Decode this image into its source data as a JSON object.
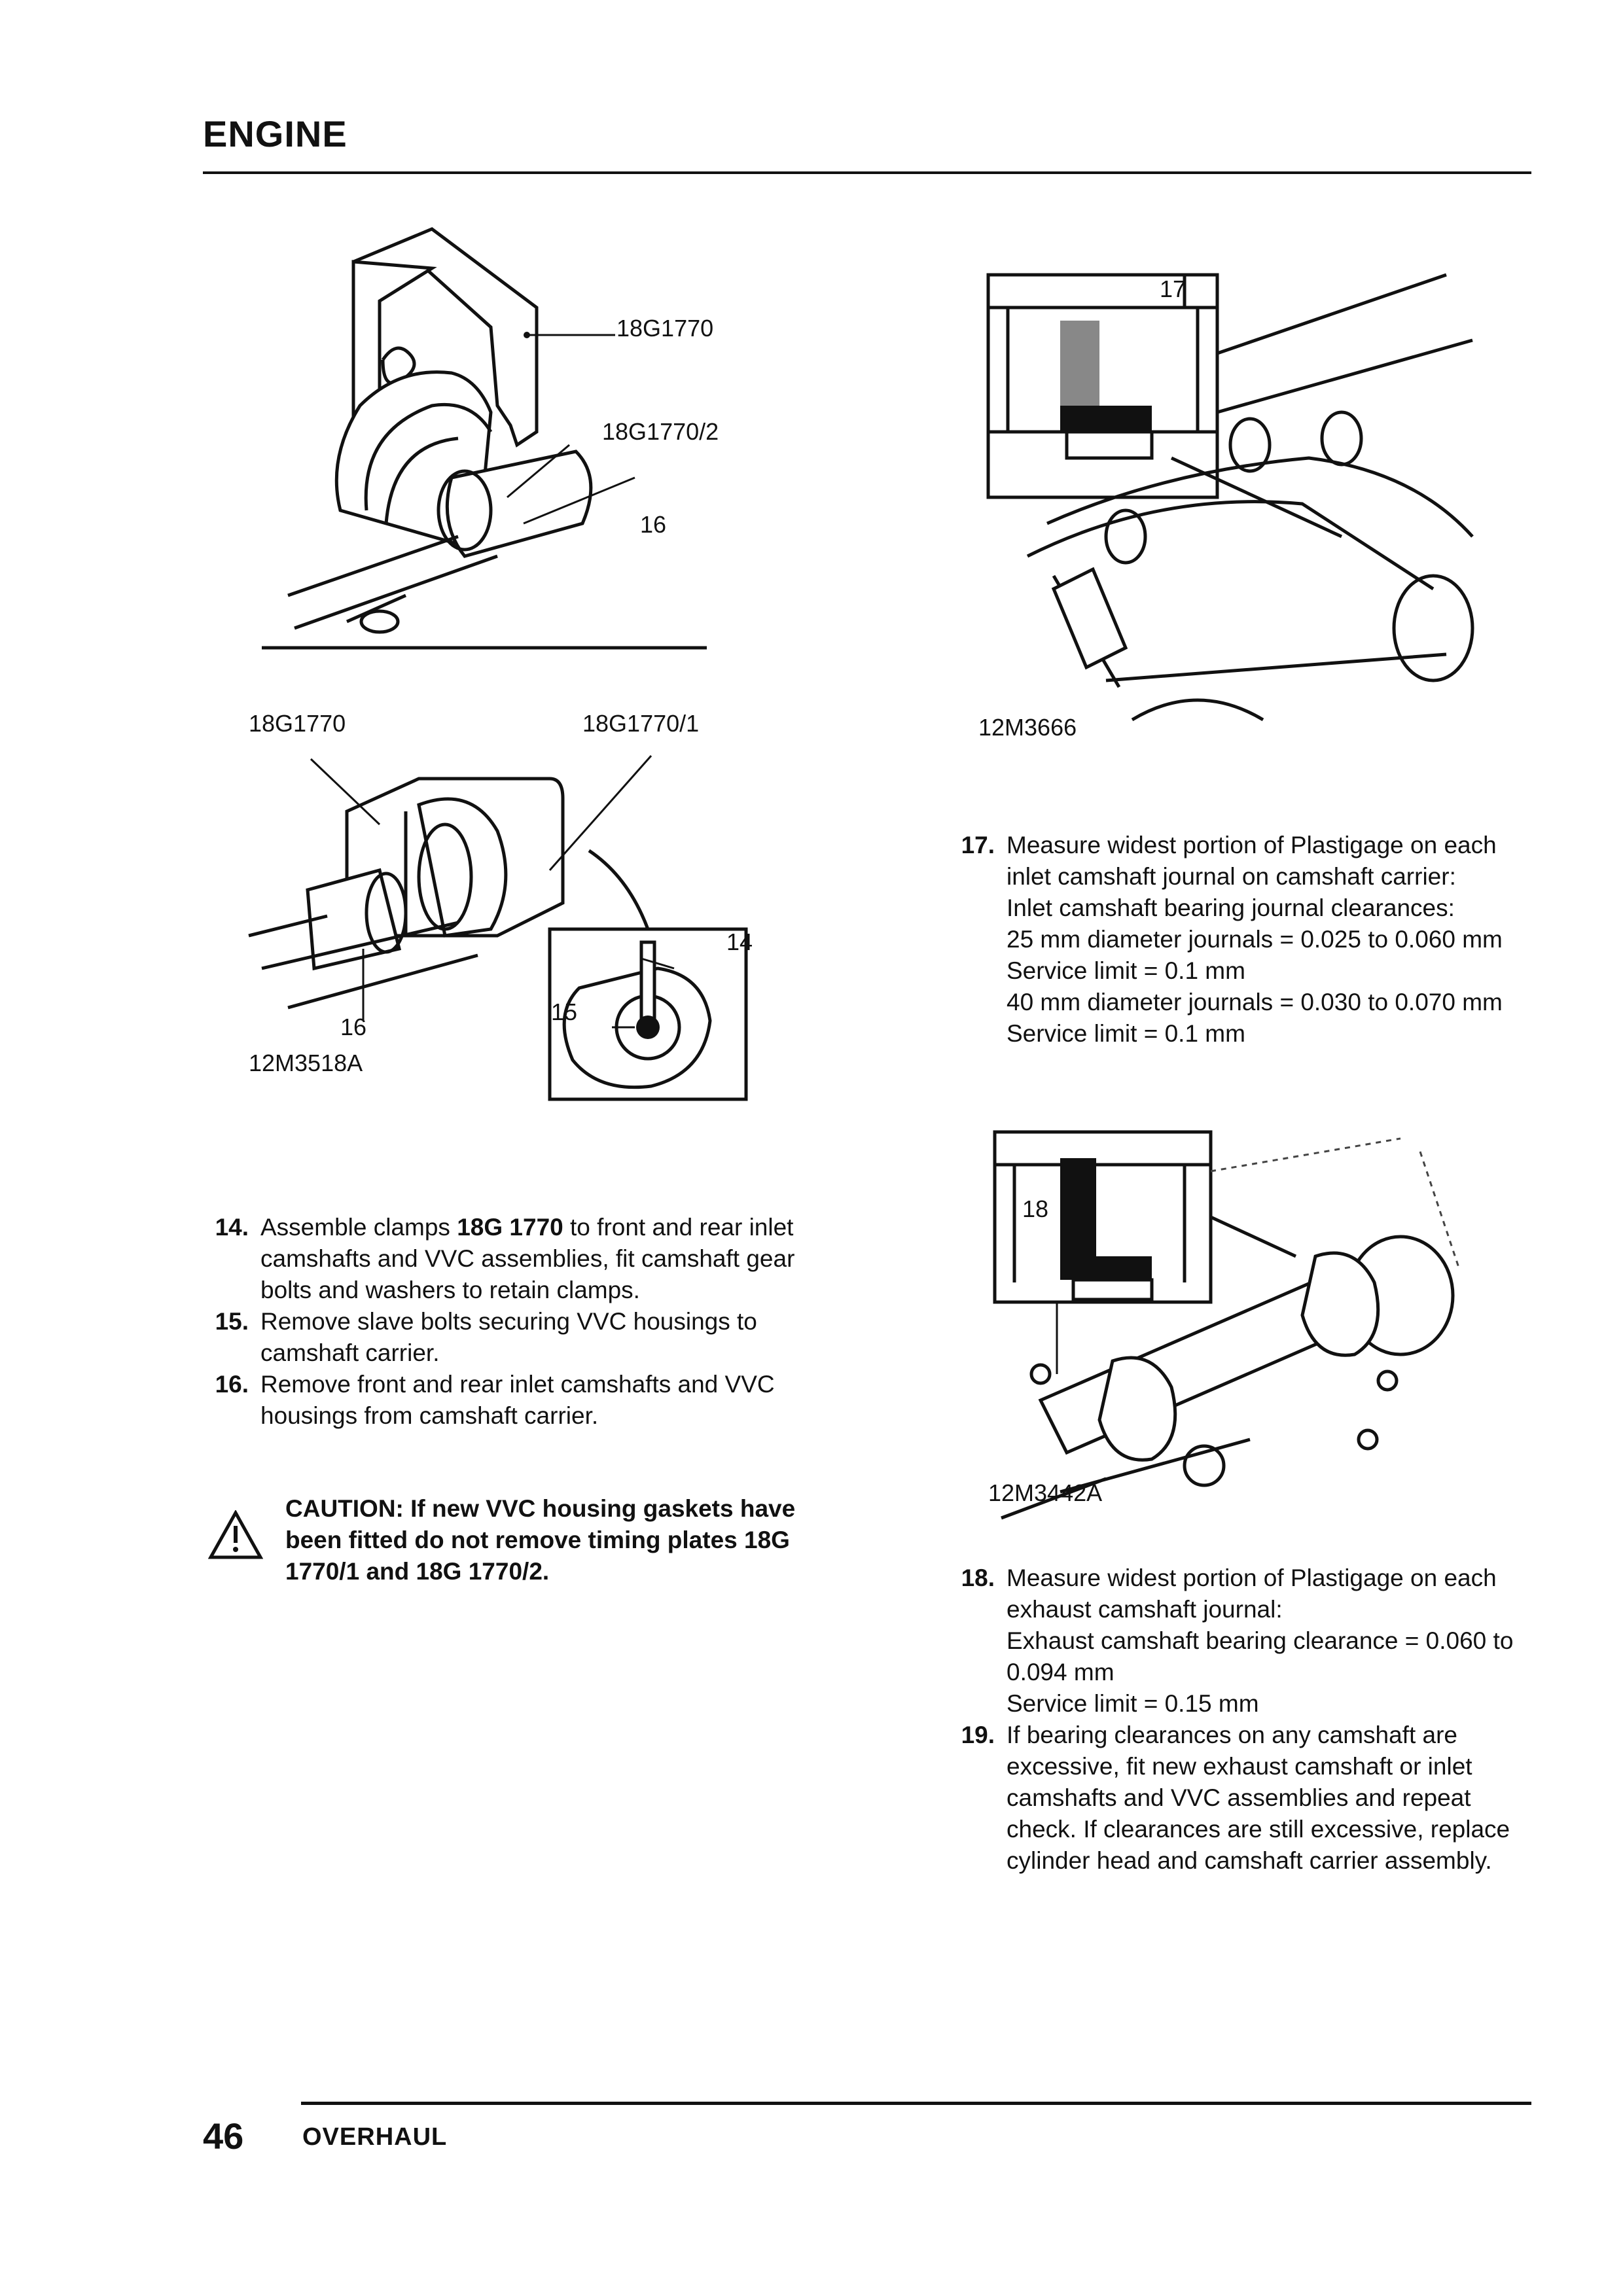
{
  "header": {
    "title": "ENGINE"
  },
  "footer": {
    "page_number": "46",
    "section": "OVERHAUL"
  },
  "figure_left": {
    "labels": [
      "18G1770",
      "18G1770/2",
      "16",
      "18G1770",
      "18G1770/1",
      "14",
      "15",
      "16",
      "12M3518A"
    ]
  },
  "figure_right_top": {
    "labels": [
      "17",
      "12M3666"
    ]
  },
  "figure_right_bottom": {
    "labels": [
      "18",
      "12M3442A"
    ]
  },
  "steps_left": [
    {
      "num": "14.",
      "pre": "Assemble clamps ",
      "bold": "18G 1770",
      "post": " to front and rear inlet camshafts and VVC assemblies, fit camshaft gear bolts and washers to retain clamps."
    },
    {
      "num": "15.",
      "text": "Remove slave bolts securing VVC housings to camshaft carrier."
    },
    {
      "num": "16.",
      "text": "Remove front and rear inlet camshafts and VVC housings from camshaft carrier."
    }
  ],
  "caution": {
    "icon": "warning-triangle-icon",
    "text": "CAUTION: If new VVC housing gaskets have been fitted do not remove timing plates 18G 1770/1 and 18G 1770/2."
  },
  "step17": {
    "num": "17.",
    "lines": [
      "Measure widest portion of Plastigage on each inlet camshaft journal on camshaft carrier:",
      "Inlet camshaft bearing journal clearances:",
      "25 mm diameter journals = 0.025 to 0.060 mm",
      "Service limit = 0.1 mm",
      "40 mm diameter journals = 0.030 to 0.070 mm",
      "Service limit = 0.1 mm"
    ]
  },
  "step18": {
    "num": "18.",
    "lines": [
      "Measure widest portion of Plastigage on each exhaust camshaft journal:",
      "Exhaust camshaft bearing clearance = 0.060 to 0.094 mm",
      "Service limit = 0.15 mm"
    ]
  },
  "step19": {
    "num": "19.",
    "text": "If bearing clearances on any camshaft are excessive, fit new exhaust camshaft or inlet camshafts and VVC assemblies and repeat check. If clearances are still excessive, replace cylinder head and camshaft carrier assembly."
  }
}
